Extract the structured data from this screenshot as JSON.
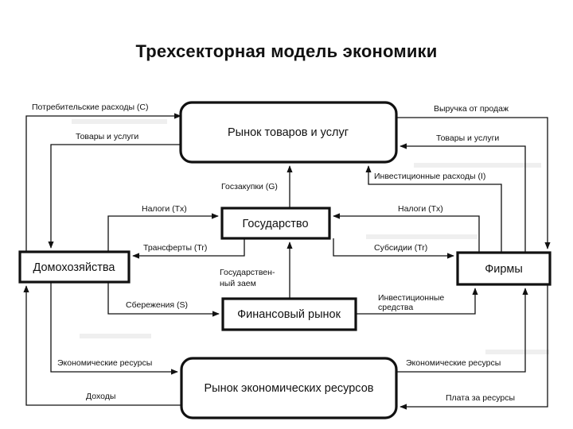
{
  "title": "Трехсекторная модель экономики",
  "nodes": {
    "goods_market": "Рынок товаров и услуг",
    "government": "Государство",
    "households": "Домохозяйства",
    "firms": "Фирмы",
    "financial_market": "Финансовый рынок",
    "resource_market": "Рынок экономических ресурсов"
  },
  "labels": {
    "consumer_spending": "Потребительские расходы (C)",
    "goods_services_left": "Товары и услуги",
    "sales_revenue": "Выручка от продаж",
    "goods_services_right": "Товары и услуги",
    "investment_spending": "Инвестиционные расходы (I)",
    "gov_purchases": "Госзакупки (G)",
    "taxes_left": "Налоги (Tx)",
    "taxes_right": "Налоги (Tx)",
    "transfers": "Трансферты (Tr)",
    "subsidies": "Субсидии (Tr)",
    "gov_loan_line1": "Государствен-",
    "gov_loan_line2": "ный заем",
    "investment_funds_line1": "Инвестиционные",
    "investment_funds_line2": "средства",
    "savings": "Сбережения (S)",
    "econ_resources_left": "Экономические ресурсы",
    "econ_resources_right": "Экономические ресурсы",
    "income": "Доходы",
    "resource_payment": "Плата за ресурсы"
  }
}
